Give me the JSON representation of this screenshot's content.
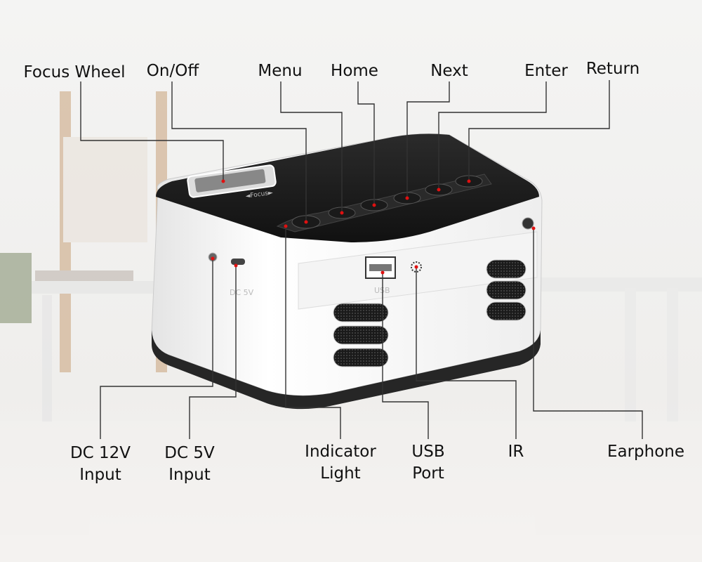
{
  "labels": {
    "focus_wheel": "Focus Wheel",
    "on_off": "On/Off",
    "menu": "Menu",
    "home": "Home",
    "next": "Next",
    "enter": "Enter",
    "return": "Return",
    "dc12v_line1": "DC 12V",
    "dc12v_line2": "Input",
    "dc5v_line1": "DC 5V",
    "dc5v_line2": "Input",
    "indicator_line1": "Indicator",
    "indicator_line2": "Light",
    "usb_line1": "USB",
    "usb_line2": "Port",
    "ir": "IR",
    "earphone": "Earphone"
  },
  "device_markings": {
    "focus": "◄Focus►",
    "usb": "USB",
    "dc5v": "DC 5V"
  },
  "colors": {
    "leader_line": "#333333",
    "marker_dot": "#e01010",
    "body": "#ffffff",
    "top": "#1c1c1c"
  }
}
